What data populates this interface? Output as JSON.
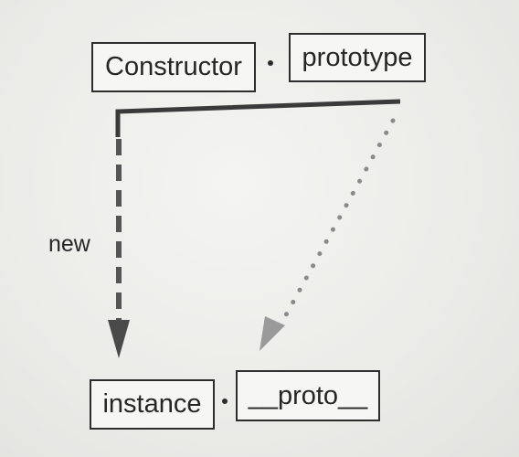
{
  "top_row": {
    "constructor_label": "Constructor",
    "prototype_label": "prototype"
  },
  "bottom_row": {
    "instance_label": "instance",
    "proto_label": "__proto__"
  },
  "arrows": {
    "new_label": "new"
  },
  "colors": {
    "line": "#3a3a3a",
    "dotted_line": "#8a8a8a",
    "arrow_head_new": "#4a4a4a",
    "arrow_head_proto": "#9a9a9a",
    "background": "#ededeb"
  }
}
